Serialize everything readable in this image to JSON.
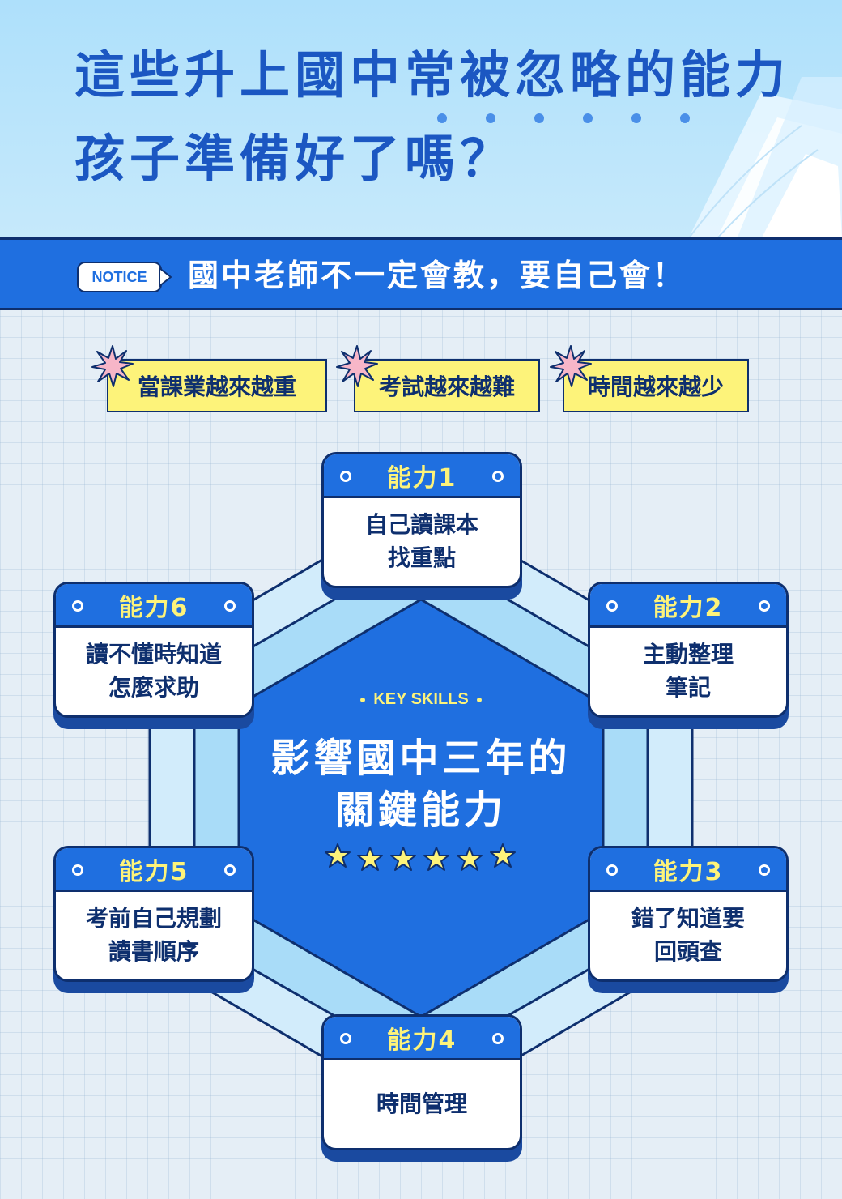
{
  "header": {
    "title_line1": "這些升上國中常被忽略的能力",
    "title_line2": "孩子準備好了嗎？"
  },
  "notice": {
    "tag": "NOTICE",
    "text": "國中老師不一定會教，要自己會！"
  },
  "tags": [
    {
      "label": "當課業越來越重"
    },
    {
      "label": "考試越來越難"
    },
    {
      "label": "時間越來越少"
    }
  ],
  "center": {
    "eyebrow": "KEY SKILLS",
    "line1": "影響國中三年的",
    "line2": "關鍵能力",
    "stars": 6
  },
  "abilities": [
    {
      "label": "能力1",
      "line1": "自己讀課本",
      "line2": "找重點"
    },
    {
      "label": "能力2",
      "line1": "主動整理",
      "line2": "筆記"
    },
    {
      "label": "能力3",
      "line1": "錯了知道要",
      "line2": "回頭查"
    },
    {
      "label": "能力4",
      "line1": "時間管理",
      "line2": ""
    },
    {
      "label": "能力5",
      "line1": "考前自己規劃",
      "line2": "讀書順序"
    },
    {
      "label": "能力6",
      "line1": "讀不懂時知道",
      "line2": "怎麼求助"
    }
  ],
  "colors": {
    "primary_blue": "#1f6fe0",
    "navy": "#0e2f6e",
    "yellow": "#fdf37a",
    "light_blue": "#aee0fb",
    "burst_pink": "#f7b6c8"
  }
}
